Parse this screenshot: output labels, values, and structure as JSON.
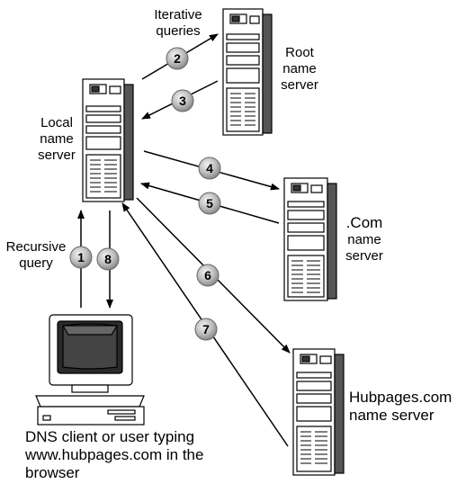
{
  "labels": {
    "iterative_line1": "Iterative",
    "iterative_line2": "queries",
    "root_line1": "Root",
    "root_line2": "name",
    "root_line3": "server",
    "local_line1": "Local",
    "local_line2": "name",
    "local_line3": "server",
    "com_line1": ".Com",
    "com_line2": "name",
    "com_line3": "server",
    "recursive_line1": "Recursive",
    "recursive_line2": "query",
    "hub_line1": "Hubpages.com",
    "hub_line2": "name server",
    "client_line1": "DNS client or user typing",
    "client_line2": "www.hubpages.com in the",
    "client_line3": "browser"
  },
  "steps": [
    "1",
    "2",
    "3",
    "4",
    "5",
    "6",
    "7",
    "8"
  ],
  "colors": {
    "line": "#000000",
    "badge": "#bdbdbd",
    "server_body": "#ffffff"
  }
}
